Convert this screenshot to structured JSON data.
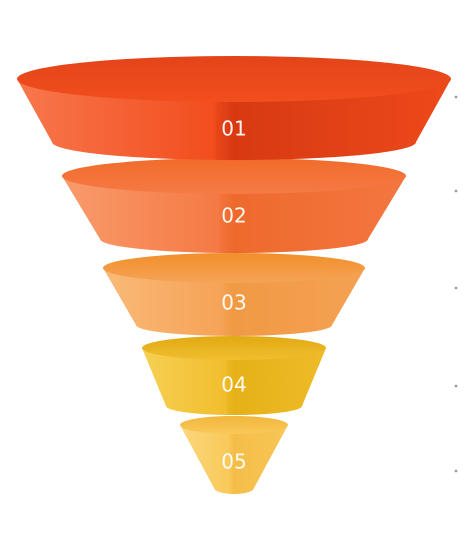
{
  "funnel": {
    "stages": [
      {
        "label": "01",
        "color": "#F24E1E",
        "light": "#F8774D",
        "dark": "#D83A12",
        "rim": "#E34418"
      },
      {
        "label": "02",
        "color": "#F57A45",
        "light": "#F99B6C",
        "dark": "#EE6A2D",
        "rim": "#F26B2B"
      },
      {
        "label": "03",
        "color": "#F6A357",
        "light": "#F9BA78",
        "dark": "#F19A45",
        "rim": "#F18F2A"
      },
      {
        "label": "04",
        "color": "#F1BE2E",
        "light": "#F6D052",
        "dark": "#E6B118",
        "rim": "#E1A912"
      },
      {
        "label": "05",
        "color": "#F9C95A",
        "light": "#FBD77C",
        "dark": "#F5BE48",
        "rim": "#F2B63C"
      }
    ]
  }
}
